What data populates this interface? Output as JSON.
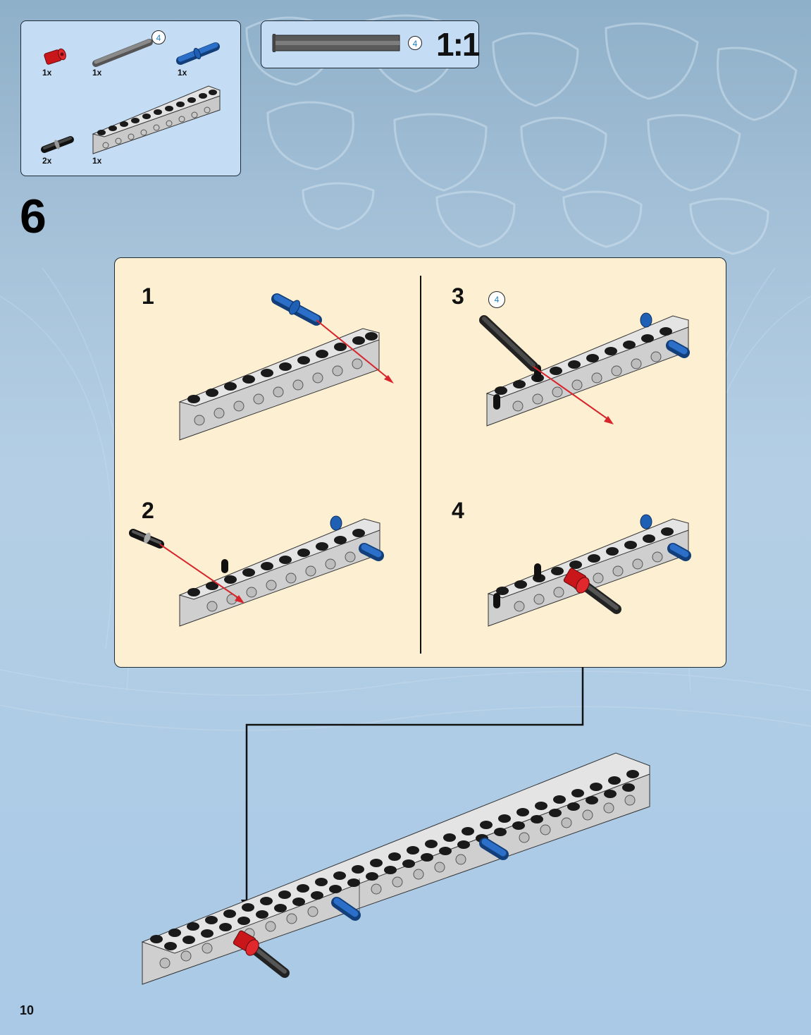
{
  "page_number": "10",
  "step_number": "6",
  "parts_list": {
    "items": [
      {
        "qty": "1x",
        "part": "red-bush-icon"
      },
      {
        "qty": "1x",
        "part": "gray-axle-icon",
        "length": "4"
      },
      {
        "qty": "1x",
        "part": "blue-axle-pin-icon"
      },
      {
        "qty": "2x",
        "part": "black-friction-pin-icon"
      },
      {
        "qty": "1x",
        "part": "gray-technic-brick-icon"
      }
    ]
  },
  "scale_box": {
    "length": "4",
    "label": "1:1"
  },
  "substeps": [
    {
      "number": "1"
    },
    {
      "number": "2"
    },
    {
      "number": "3",
      "callout": "4"
    },
    {
      "number": "4"
    }
  ],
  "colors": {
    "panel_blue": "#c4ddf4",
    "substep_bg": "#fdefd2",
    "arrow_red": "#d7252b",
    "technic_blue": "#1f5fb4",
    "bush_red": "#c9161b",
    "brick_gray": "#cfcfcf"
  }
}
